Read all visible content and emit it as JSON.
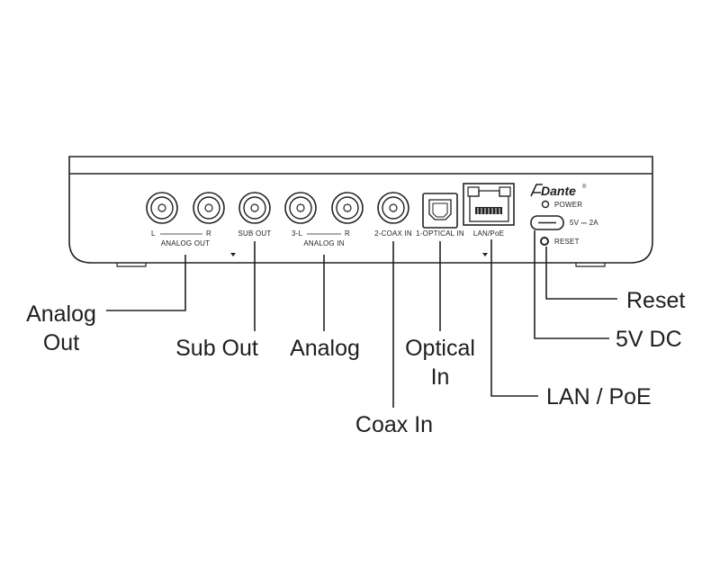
{
  "device": {
    "port_labels": {
      "analog_out_l": "L",
      "analog_out_r": "R",
      "analog_out": "ANALOG OUT",
      "sub_out": "SUB OUT",
      "analog_in_l": "3-L",
      "analog_in_r": "R",
      "analog_in": "ANALOG IN",
      "coax_in": "2-COAX IN",
      "optical_in": "1-OPTICAL IN",
      "lan_poe": "LAN/PoE"
    },
    "dante_logo": "Dante",
    "dante_reg": "®",
    "power_label": "POWER",
    "dc_rating": "5V ⎓ 2A",
    "reset_label": "RESET"
  },
  "callouts": {
    "analog_out_line1": "Analog",
    "analog_out_line2": "Out",
    "sub_out": "Sub Out",
    "analog_in": "Analog",
    "optical_in_line1": "Optical",
    "optical_in_line2": "In",
    "coax_in": "Coax In",
    "lan_poe": "LAN / PoE",
    "dc_5v": "5V DC",
    "reset": "Reset"
  }
}
